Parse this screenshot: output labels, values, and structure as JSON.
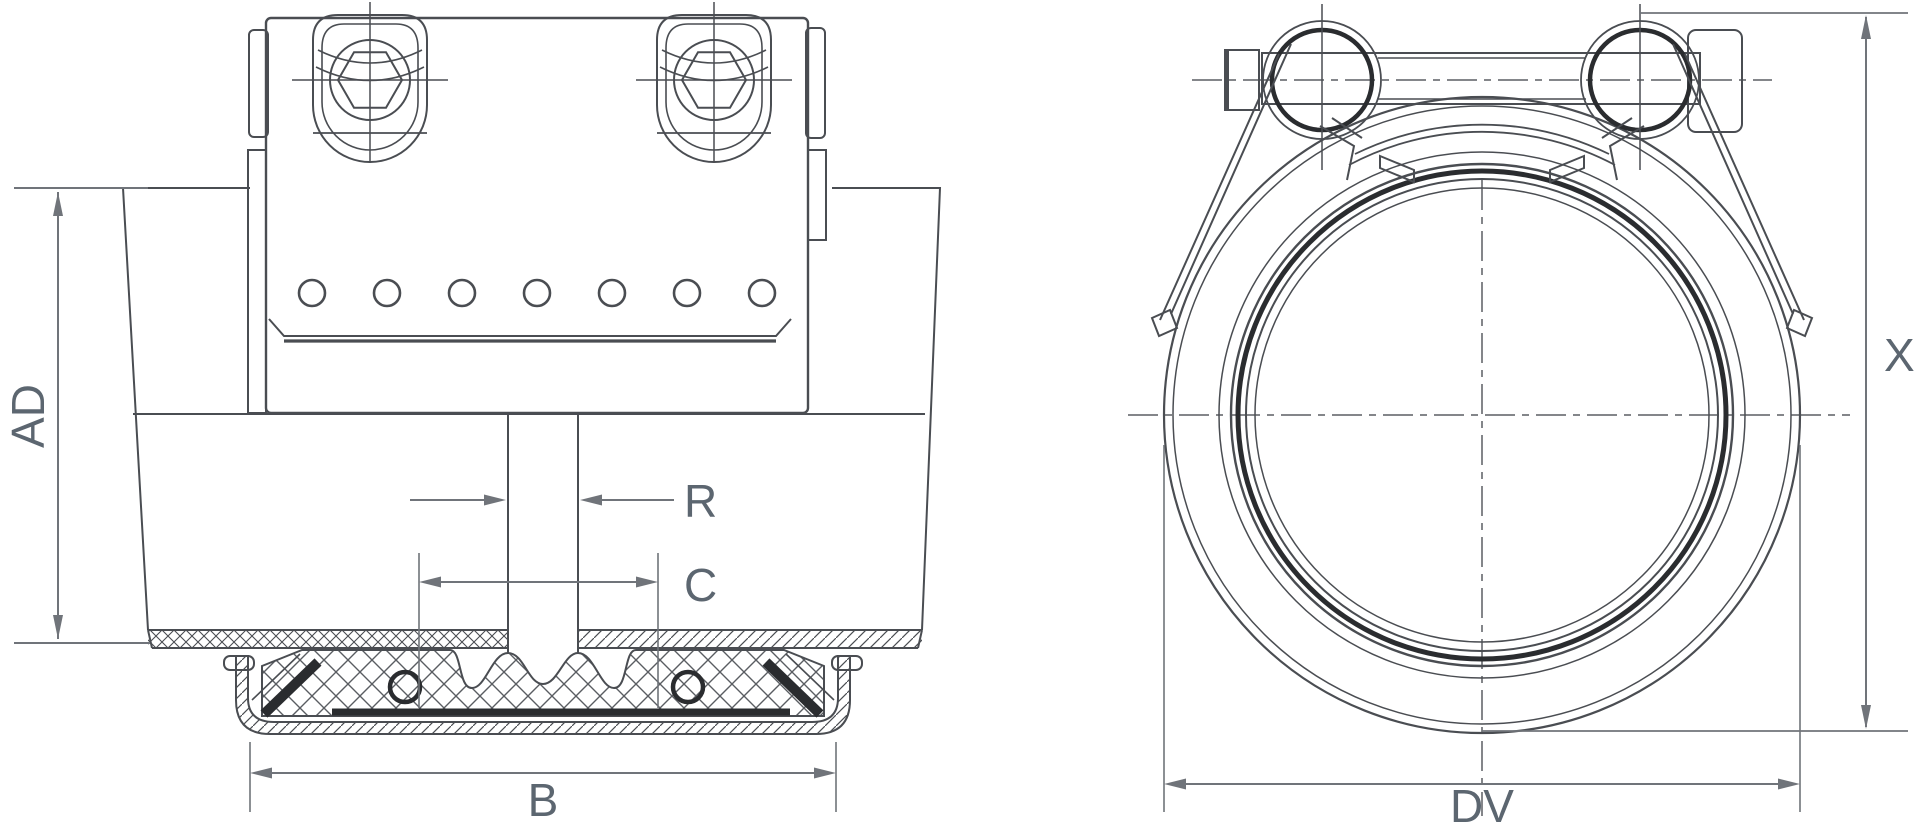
{
  "drawing": {
    "type": "technical line drawing - pipe coupling, side section view and end view",
    "background": "#ffffff",
    "colors": {
      "part_line": "#4a4d52",
      "dark_line": "#2a2c2f",
      "dimension_line": "#70747a",
      "label_text": "#5c6670"
    },
    "side_view": {
      "labels": {
        "pipe_outer_diameter": "AD",
        "pipe_end_gap": "R",
        "center_stop_width": "C",
        "overall_width": "B"
      }
    },
    "end_view": {
      "labels": {
        "overall_height": "X",
        "outer_diameter": "DV"
      }
    }
  }
}
